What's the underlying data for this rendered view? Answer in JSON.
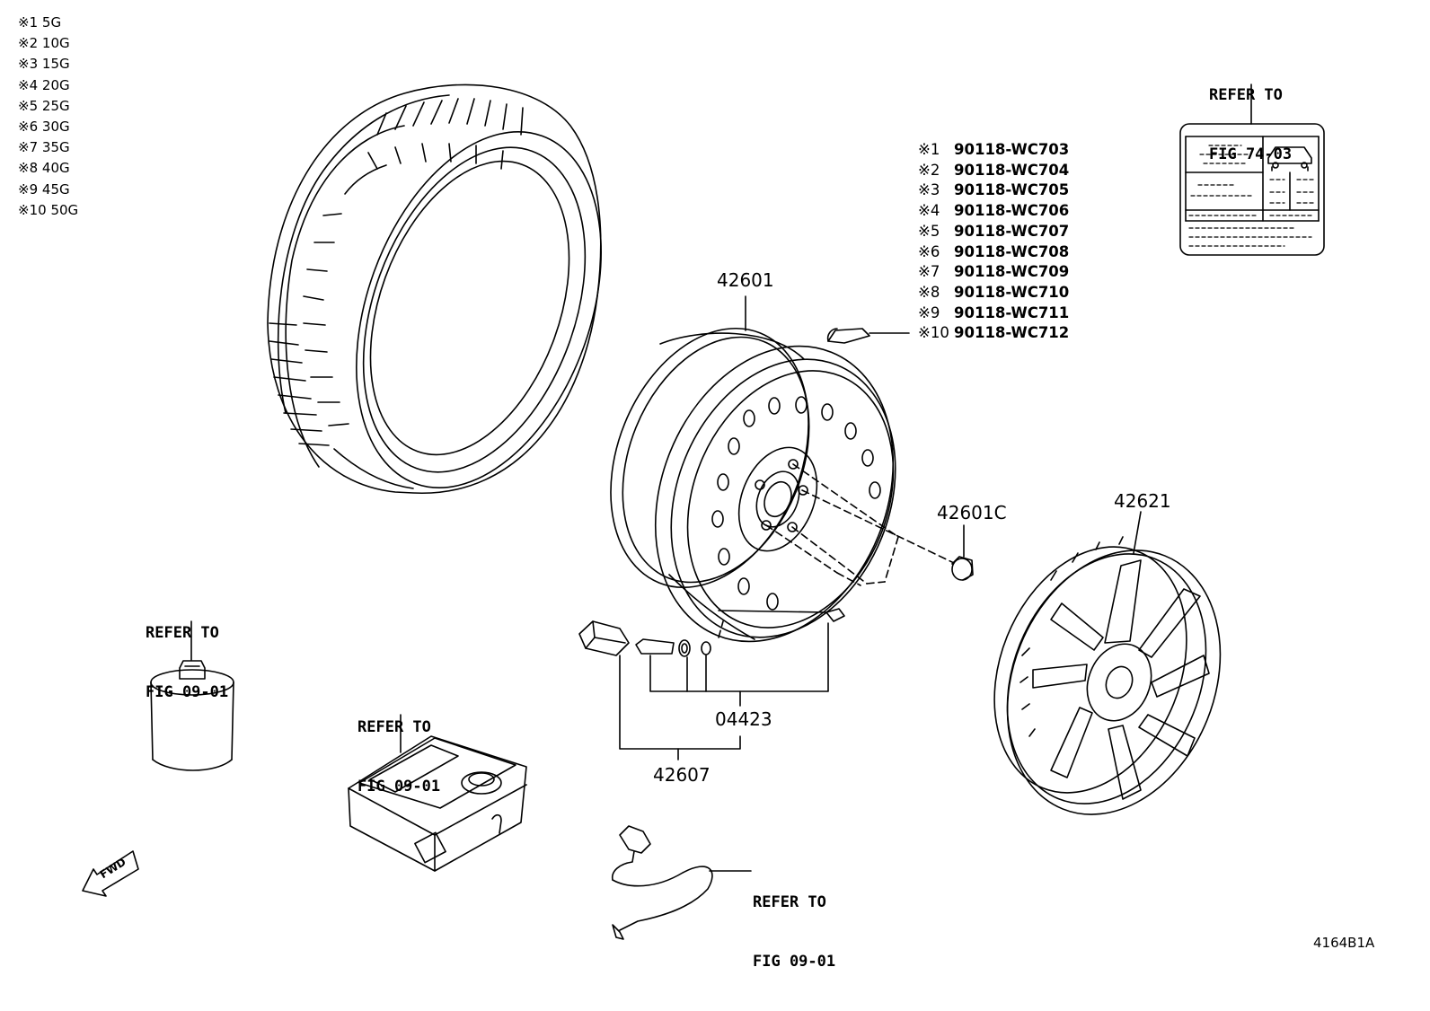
{
  "legend_weights": [
    {
      "mark": "※1",
      "weight": "5G"
    },
    {
      "mark": "※2",
      "weight": "10G"
    },
    {
      "mark": "※3",
      "weight": "15G"
    },
    {
      "mark": "※4",
      "weight": "20G"
    },
    {
      "mark": "※5",
      "weight": "25G"
    },
    {
      "mark": "※6",
      "weight": "30G"
    },
    {
      "mark": "※7",
      "weight": "35G"
    },
    {
      "mark": "※8",
      "weight": "40G"
    },
    {
      "mark": "※9",
      "weight": "45G"
    },
    {
      "mark": "※10",
      "weight": "50G"
    }
  ],
  "balance_weight_parts": [
    {
      "mark": "※1",
      "part": "90118-WC703"
    },
    {
      "mark": "※2",
      "part": "90118-WC704"
    },
    {
      "mark": "※3",
      "part": "90118-WC705"
    },
    {
      "mark": "※4",
      "part": "90118-WC706"
    },
    {
      "mark": "※5",
      "part": "90118-WC707"
    },
    {
      "mark": "※6",
      "part": "90118-WC708"
    },
    {
      "mark": "※7",
      "part": "90118-WC709"
    },
    {
      "mark": "※8",
      "part": "90118-WC710"
    },
    {
      "mark": "※9",
      "part": "90118-WC711"
    },
    {
      "mark": "※10",
      "part": "90118-WC712"
    }
  ],
  "part_numbers": {
    "disc_wheel": "42601",
    "hub_nut": "42601C",
    "wheel_cap": "42621",
    "valve_set": "04423",
    "pressure_sensor": "42607"
  },
  "references": {
    "label_plate": {
      "line1": "REFER TO",
      "line2": "FIG 74-03"
    },
    "oil_filter": {
      "line1": "REFER TO",
      "line2": "FIG 09-01"
    },
    "repair_kit": {
      "line1": "REFER TO",
      "line2": "FIG 09-01"
    },
    "hose": {
      "line1": "REFER TO",
      "line2": "FIG 09-01"
    }
  },
  "fwd_label": "FWD",
  "diagram_code": "4164B1A"
}
